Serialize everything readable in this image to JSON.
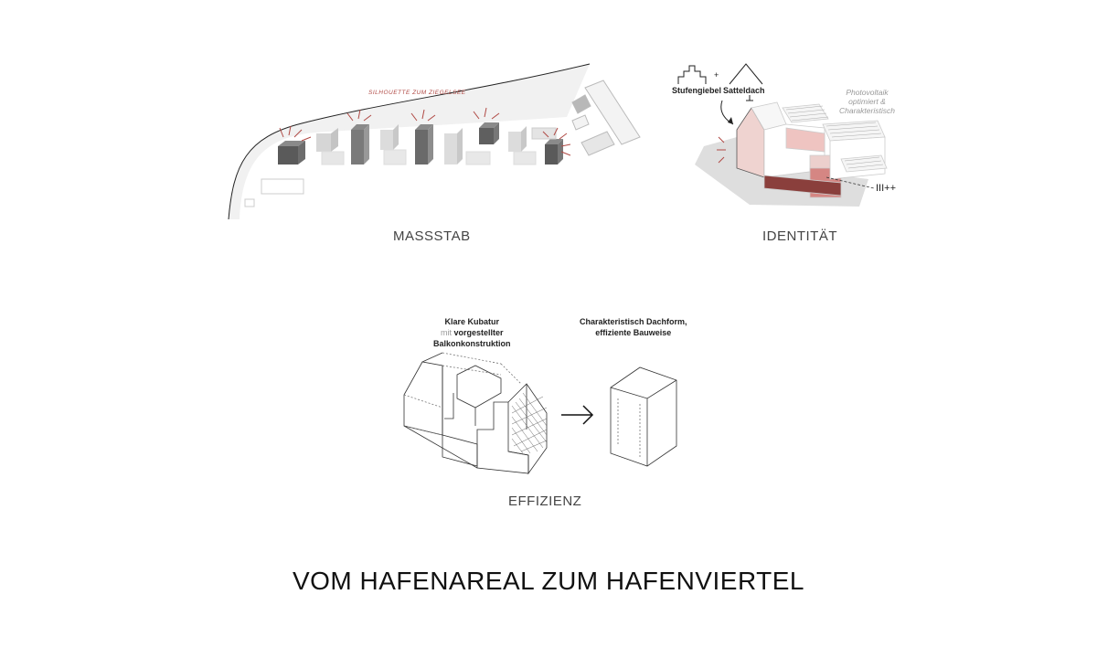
{
  "massstab": {
    "label": "MASSSTAB",
    "silhouette_note": "SILHOUETTE ZUM ZIEGELSEE"
  },
  "identitaet": {
    "label": "IDENTITÄT",
    "stufengiebel": "Stufengiebel",
    "plus": "+",
    "satteldach": "Satteldach",
    "photovoltaik_line1": "Photovoltaik",
    "photovoltaik_line2": "optimiert &",
    "photovoltaik_line3": "Charakteristisch",
    "storeys": "III++"
  },
  "effizienz": {
    "label": "EFFIZIENZ",
    "left_note_line1": "Klare Kubatur",
    "left_note_mit": "mit",
    "left_note_line2b": "vorgestellter",
    "left_note_line3": "Balkonkonstruktion",
    "right_note_line1": "Charakteristisch Dachform,",
    "right_note_line2": "effiziente Bauweise"
  },
  "title": "VOM HAFENAREAL ZUM HAFENVIERTEL",
  "colors": {
    "accent_red": "#b04a45",
    "rose": "#e4b6b3",
    "rose_dark": "#c97f7c",
    "dark_block": "#5a5a5a",
    "mid_block": "#9d9d9d",
    "light_block": "#d9d9d9"
  }
}
